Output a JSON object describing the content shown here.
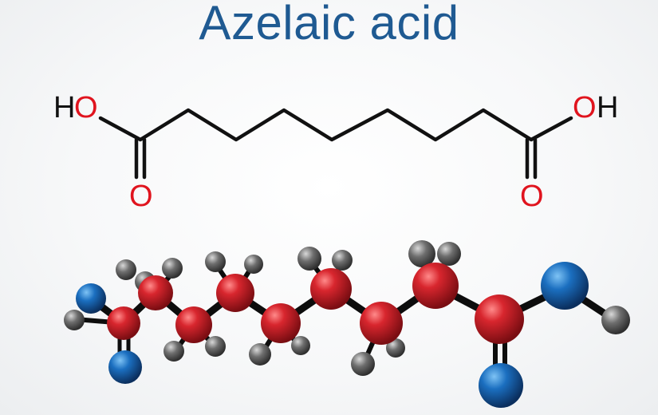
{
  "title": "Azelaic acid",
  "skeletal_formula": {
    "left_group": {
      "O": "O",
      "H": "H"
    },
    "right_group": {
      "O": "O",
      "H": "H"
    },
    "carbonyl_left": "O",
    "carbonyl_right": "O"
  },
  "colors": {
    "title": "#1f5a92",
    "bond": "#111111",
    "oxygen_label": "#e0141e",
    "carbon_atom": "#c8202a",
    "oxygen_atom": "#1565b0",
    "hydrogen_atom": "#5a5a5a"
  }
}
